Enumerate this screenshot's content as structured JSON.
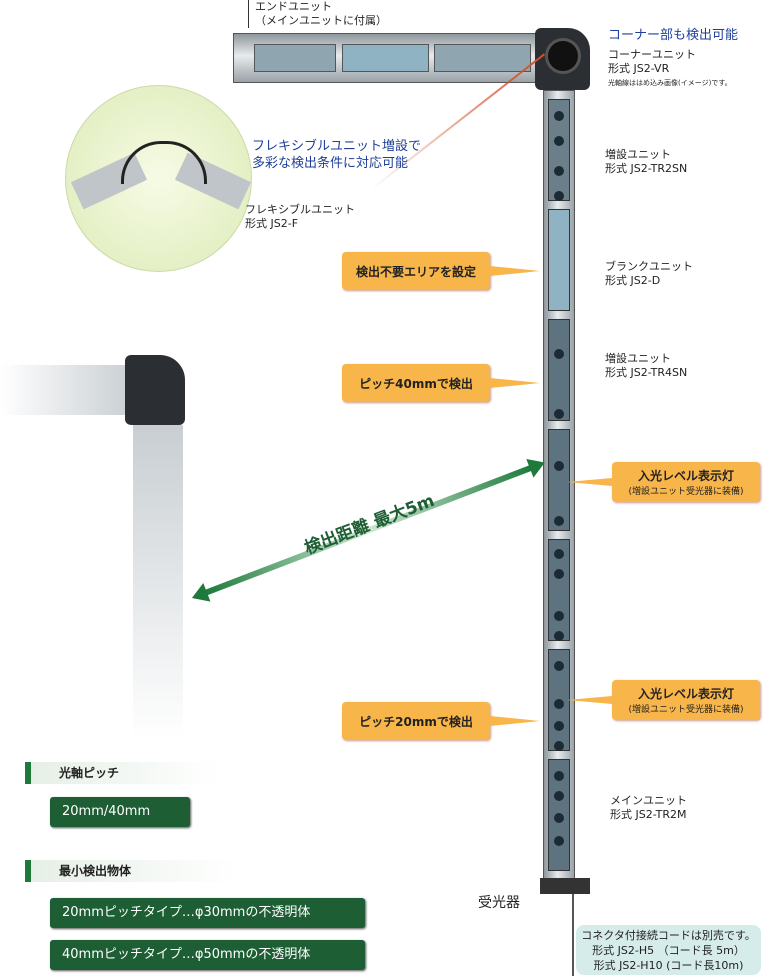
{
  "end_unit": {
    "line1": "エンドユニット",
    "line2": "（メインユニットに付属）"
  },
  "corner": {
    "headline": "コーナー部も検出可能",
    "name": "コーナーユニット",
    "model": "形式 JS2-VR",
    "note": "光軸線ははめ込み画像(イメージ)です。"
  },
  "flexible": {
    "headline1": "フレキシブルユニット増設で",
    "headline2": "多彩な検出条件に対応可能",
    "name": "フレキシブルユニット",
    "model": "形式 JS2-F"
  },
  "units": [
    {
      "name": "増設ユニット",
      "model": "形式 JS2-TR2SN"
    },
    {
      "name": "ブランクユニット",
      "model": "形式 JS2-D"
    },
    {
      "name": "増設ユニット",
      "model": "形式 JS2-TR4SN"
    },
    {
      "name": "メインユニット",
      "model": "形式 JS2-TR2M"
    }
  ],
  "callouts": {
    "area": "検出不要エリアを設定",
    "pitch40": "ピッチ40mmで検出",
    "pitch20": "ピッチ20mmで検出",
    "led_title": "入光レベル表示灯",
    "led_sub": "(増設ユニット受光器に装備)"
  },
  "distance": "検出距離 最大5m",
  "receiver": "受光器",
  "specs": {
    "pitch_header": "光軸ピッチ",
    "pitch_value": "20mm/40mm",
    "min_header": "最小検出物体",
    "min1": "20mmピッチタイプ…φ30mmの不透明体",
    "min2": "40mmピッチタイプ…φ50mmの不透明体"
  },
  "cord": {
    "line1": "コネクタ付接続コードは別売です。",
    "line2": "形式 JS2-H5 （コード長 5m）",
    "line3": "形式 JS2-H10 (コード長10m)"
  },
  "colors": {
    "accent_green": "#1e5e34",
    "callout": "#f8b54a",
    "headline_blue": "#1f3f9a"
  }
}
